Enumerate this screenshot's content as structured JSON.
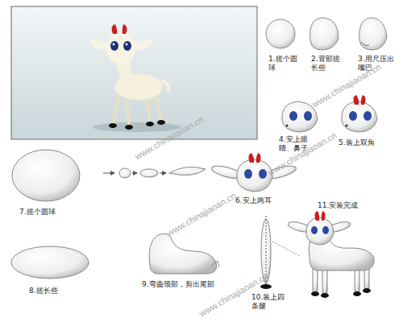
{
  "diagram": {
    "labels": [
      "1.搓个圆球",
      "2.背部搓长些",
      "3.用尺压出嘴巴",
      "4.安上眼睛、鼻子",
      "5.装上双角",
      "6.安上两耳",
      "7.搓个圆球",
      "8.搓长些",
      "9.弯曲颈部，剪出尾部",
      "10.装上四条腿",
      "11.安装完成",
      "www.chinajiaoan.cn",
      "www.chinajiaoan.cn",
      "www.chinajiaoan.cn",
      "www.chinajiaoan.cn",
      "www.chinajiaoan.cn"
    ]
  }
}
